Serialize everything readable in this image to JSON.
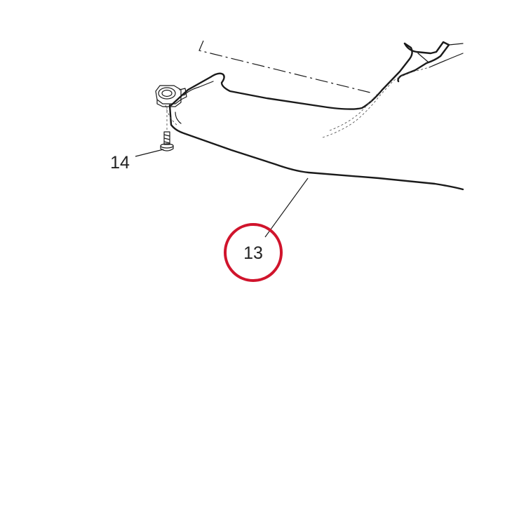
{
  "callouts": [
    {
      "id": "part-14",
      "label": "14",
      "highlighted": false
    },
    {
      "id": "part-13",
      "label": "13",
      "highlighted": true
    }
  ],
  "colors": {
    "line": "#1a1a1a",
    "label": "#222222",
    "highlight": "#d0142c",
    "background": "#ffffff"
  }
}
